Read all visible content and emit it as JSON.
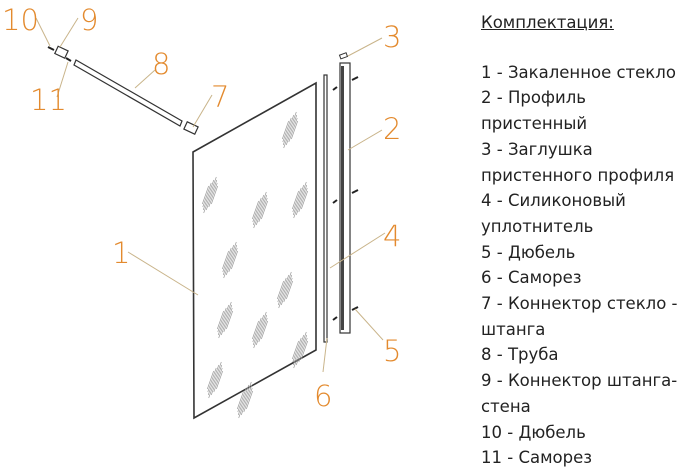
{
  "callouts": [
    "1",
    "2",
    "3",
    "4",
    "5",
    "6",
    "7",
    "8",
    "9",
    "10",
    "11"
  ],
  "colors": {
    "callout": "#e38a2e",
    "text": "#222222"
  },
  "list": {
    "title": "Комплектация:",
    "lines": [
      "1 - Закаленное стекло",
      "2 - Профиль",
      "пристенный",
      "3 - Заглушка",
      "пристенного профиля",
      "4 - Силиконовый",
      "уплотнитель",
      "5 - Дюбель",
      "6 - Саморез",
      "7 - Коннектор стекло -",
      "штанга",
      "8 - Труба",
      "9 - Коннектор штанга-",
      "стена",
      "10 - Дюбель",
      "11 - Саморез"
    ]
  }
}
